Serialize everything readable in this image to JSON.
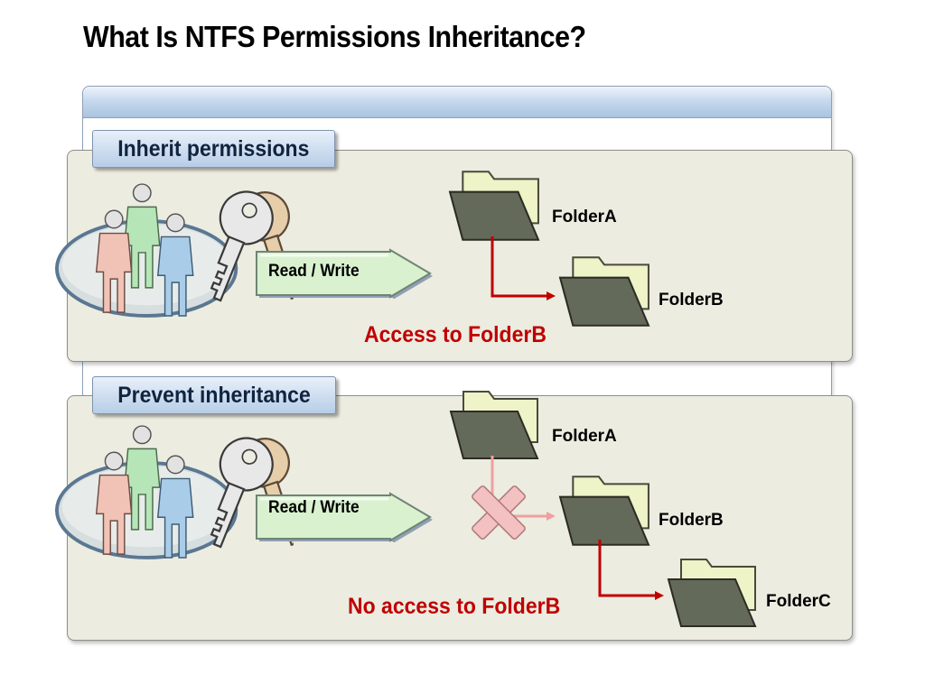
{
  "title": "What Is NTFS Permissions Inheritance?",
  "panels": [
    {
      "heading": "Inherit permissions",
      "permission": "Read / Write",
      "folders": [
        "FolderA",
        "FolderB"
      ],
      "result": "Access to FolderB"
    },
    {
      "heading": "Prevent inheritance",
      "permission": "Read / Write",
      "folders": [
        "FolderA",
        "FolderB",
        "FolderC"
      ],
      "result": "No access to FolderB"
    }
  ],
  "colors": {
    "result_text": "#c00000",
    "arrow_active": "#c00000",
    "arrow_blocked": "#f0a0a0",
    "panel_background": "#ecece1",
    "heading_background": "#b7cde6"
  },
  "icons": [
    "users-group-icon",
    "key-icon",
    "folder-icon",
    "blocked-x-icon"
  ]
}
